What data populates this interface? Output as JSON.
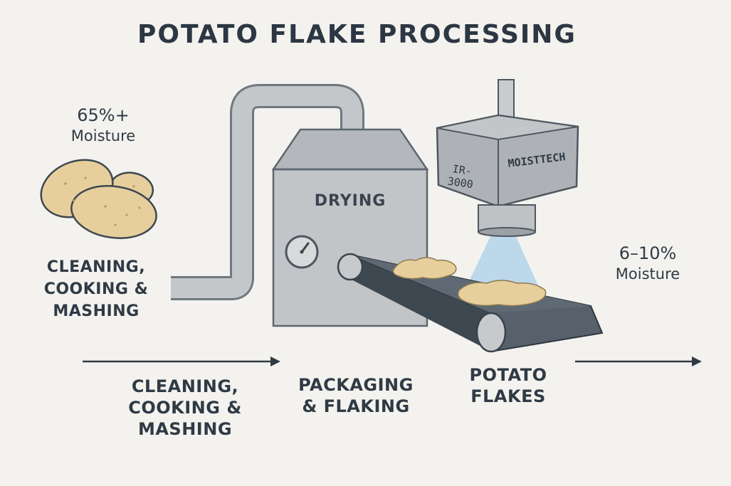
{
  "title": "POTATO FLAKE PROCESSING",
  "input_moisture": {
    "value": "65%+",
    "label": "Moisture"
  },
  "output_moisture": {
    "value": "6–10%",
    "label": "Moisture"
  },
  "left_step_label": "CLEANING,\nCOOKING &\nMASHING",
  "dryer": {
    "label": "DRYING",
    "icons": [
      "gauge-icon"
    ]
  },
  "sensor": {
    "model": "IR-3000",
    "brand": "MOISTTECH"
  },
  "flow_steps": [
    {
      "label": "CLEANING,\nCOOKING &\nMASHING"
    },
    {
      "label": "PACKAGING\n& FLAKING"
    },
    {
      "label": "POTATO\nFLAKES"
    }
  ],
  "colors": {
    "background": "#f3f2ee",
    "text": "#2f3a45",
    "machine_gray": "#bfc2c5",
    "conveyor": "#4a5560",
    "potato": "#e6cf9c",
    "ir_beam": "#a9cfe8"
  }
}
